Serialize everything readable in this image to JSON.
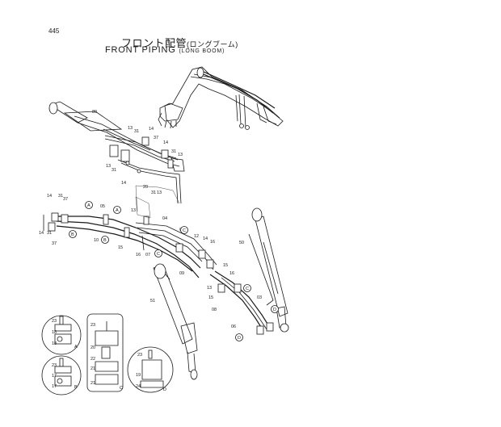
{
  "page_number": "445",
  "title_jp": "フロント配管",
  "title_jp_sub": "(ロングブーム)",
  "title_en": "FRONT PIPING",
  "title_en_sub": "(LONG BOOM)",
  "callouts": {
    "c80": "80",
    "c13a": "13",
    "c31a": "31",
    "c14a": "14",
    "c37a": "37",
    "c14b": "14",
    "c31b": "31",
    "c13b": "13",
    "c13c": "13",
    "c31c": "31",
    "c14c": "14",
    "c20": "20",
    "c31d": "31",
    "c13d": "13",
    "c14d": "14",
    "c31e": "31",
    "c37b": "37",
    "c05": "05",
    "c13e": "13",
    "c04": "04",
    "c14e": "14",
    "c31f": "31",
    "c37c": "37",
    "c10": "10",
    "c15a": "15",
    "c16a": "16",
    "c07": "07",
    "c06": "06",
    "c12": "12",
    "c14f": "14",
    "c16b": "16",
    "c09": "09",
    "c15b": "15",
    "c16c": "16",
    "c50": "50",
    "c51": "51",
    "c08": "08",
    "c13f": "13",
    "c15c": "15",
    "c03": "03",
    "c06b": "06",
    "c23a": "23",
    "c18a": "18",
    "c18b": "18",
    "c23b": "23",
    "c17a": "17",
    "c17b": "17",
    "c22": "22",
    "c20b": "20",
    "c21a": "21",
    "c21b": "21",
    "c23c": "23",
    "c19": "19",
    "c24": "24"
  },
  "markers": {
    "A": "A",
    "B": "B",
    "C": "C",
    "D": "D"
  },
  "detail_labels": {
    "A": "A",
    "B": "B",
    "C": "C",
    "D": "D"
  }
}
